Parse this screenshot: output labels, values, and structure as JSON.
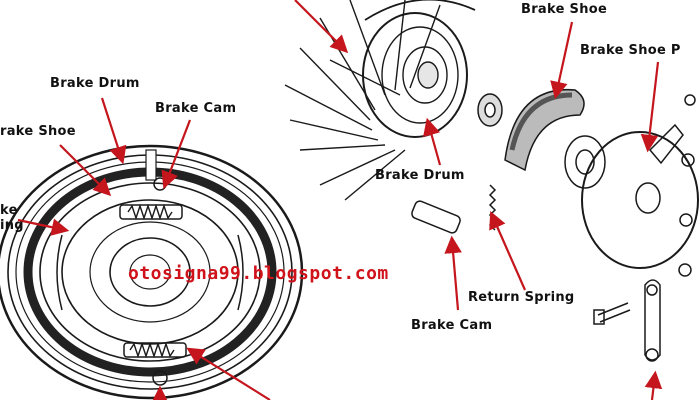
{
  "labels": {
    "brake_shoe_top": "Brake Shoe",
    "brake_shoe_plate": "Brake Shoe P",
    "brake_drum_left": "Brake Drum",
    "brake_cam_left": "Brake Cam",
    "brake_shoe_left": "rake Shoe",
    "spring_left_1": "ke",
    "spring_left_2": "ing",
    "brake_drum_right": "Brake Drum",
    "return_spring": "Return Spring",
    "brake_cam_right": "Brake Cam"
  },
  "watermark": "otosigna99.blogspot.com",
  "colors": {
    "arrow": "#c4161c",
    "watermark": "#d0121a",
    "line": "#1a1a1a"
  }
}
